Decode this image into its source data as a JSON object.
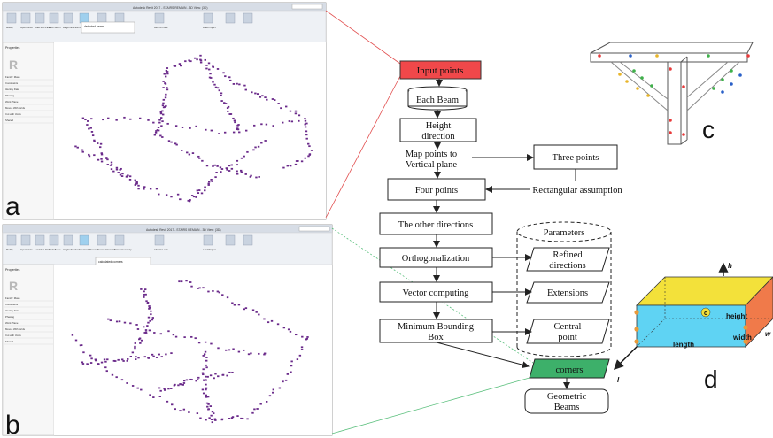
{
  "panels": {
    "a_label": "a",
    "b_label": "b",
    "c_label": "c",
    "d_label": "d"
  },
  "screenshot_a": {
    "title": "Autodesk Revit 2017 - STAIRS REMAIN - 3D View: (3D)",
    "ribbon_labels": [
      "Modify",
      "Input Points",
      "Load Sub-Part",
      "Each Beam",
      "Height direction",
      "Structural Elements",
      "Remove Elements",
      "Detect Geometry",
      "Add On Load",
      "Load Project"
    ],
    "tooltip": "detected beam",
    "properties_title": "Properties",
    "properties_rows": [
      "Family: Mass",
      "Constraints",
      "Identity Data",
      "Phasing",
      "Work Plane",
      "Moves With Grids",
      "Cut with Voids",
      "Shared"
    ]
  },
  "screenshot_b": {
    "title": "Autodesk Revit 2017 - STAIRS REMAIN - 3D View: (3D)",
    "tooltip": "calculated corners",
    "properties_title": "Properties"
  },
  "flow": {
    "input_points": "Input points",
    "each_beam": "Each Beam",
    "height_direction_line1": "Height",
    "height_direction_line2": "direction",
    "map_points_line1": "Map points to",
    "map_points_line2": "Vertical plane",
    "three_points": "Three points",
    "four_points": "Four points",
    "rectangular_assumption": "Rectangular assumption",
    "other_directions": "The other directions",
    "orthogonalization": "Orthogonalization",
    "vector_computing": "Vector computing",
    "min_bbox_line1": "Minimum Bounding",
    "min_bbox_line2": "Box",
    "parameters": "Parameters",
    "refined_line1": "Refined",
    "refined_line2": "directions",
    "extensions": "Extensions",
    "central_line1": "Central",
    "central_line2": "point",
    "corners": "corners",
    "geometric_line1": "Geometric",
    "geometric_line2": "Beams"
  },
  "box3d": {
    "h": "h",
    "c": "c",
    "height": "height",
    "length": "length",
    "width": "width",
    "w": "w",
    "l": "l"
  },
  "colors": {
    "input_fill": "#f0484a",
    "corners_fill": "#3db06a",
    "points": "#6a2a8a",
    "box_yellow": "#f3e13a",
    "box_cyan": "#5fd3f3",
    "box_orange": "#f07a4a",
    "leader_red": "#e25050",
    "leader_green": "#5cc07e"
  }
}
